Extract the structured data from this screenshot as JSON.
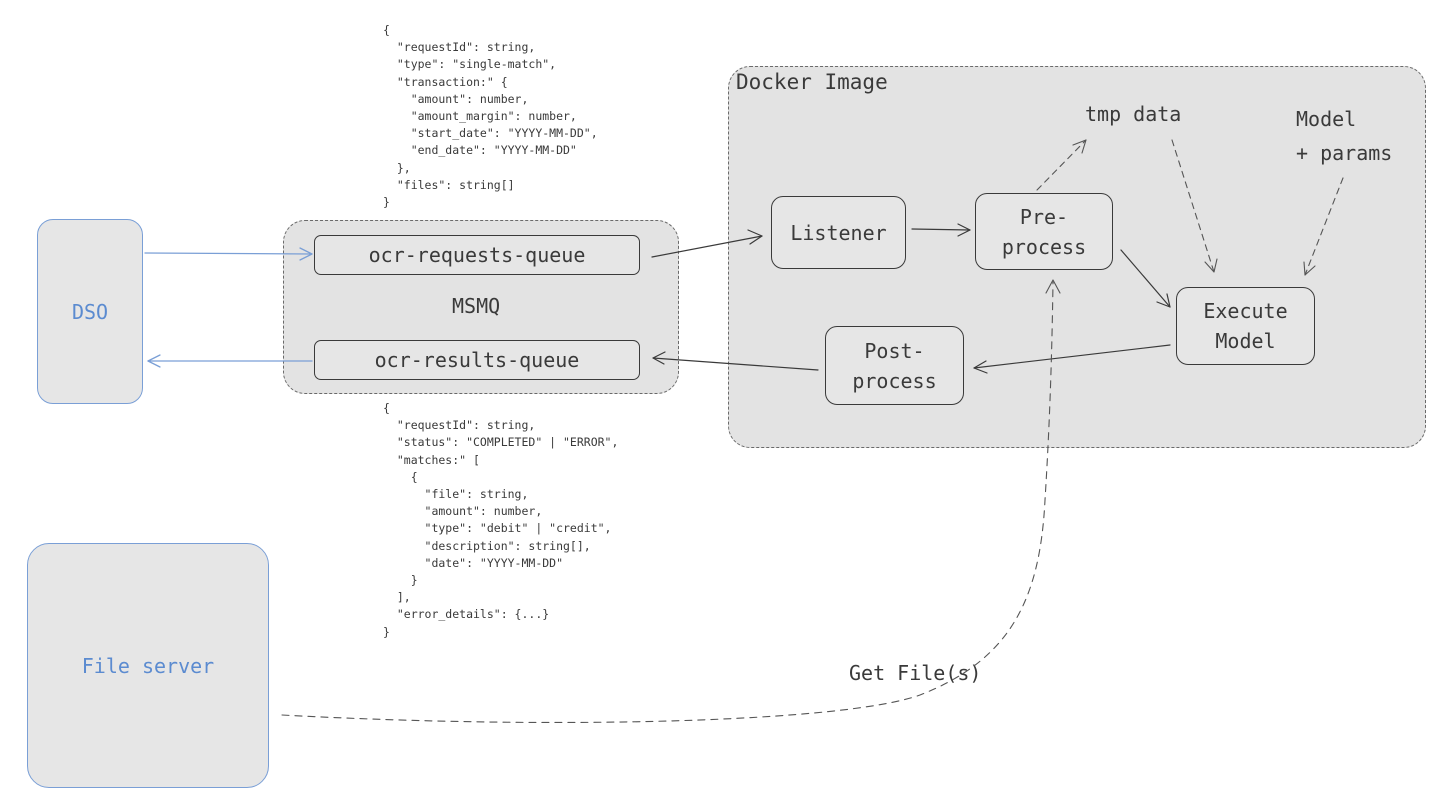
{
  "nodes": {
    "dso": "DSO",
    "file_server": "File server",
    "msmq": "MSMQ",
    "requests_queue": "ocr-requests-queue",
    "results_queue": "ocr-results-queue",
    "docker_image": "Docker Image",
    "listener": "Listener",
    "preprocess": "Pre-\nprocess",
    "execute_model": "Execute\nModel",
    "postprocess": "Post-\nprocess",
    "tmp_data": "tmp data",
    "model_params": "Model\n+ params"
  },
  "edge_labels": {
    "get_files": "Get File(s)"
  },
  "json_blocks": {
    "request": "{\n  \"requestId\": string,\n  \"type\": \"single-match\",\n  \"transaction:\" {\n    \"amount\": number,\n    \"amount_margin\": number,\n    \"start_date\": \"YYYY-MM-DD\",\n    \"end_date\": \"YYYY-MM-DD\"\n  },\n  \"files\": string[]\n}",
    "response": "{\n  \"requestId\": string,\n  \"status\": \"COMPLETED\" | \"ERROR\",\n  \"matches:\" [\n    {\n      \"file\": string,\n      \"amount\": number,\n      \"type\": \"debit\" | \"credit\",\n      \"description\": string[],\n      \"date\": \"YYYY-MM-DD\"\n    }\n  ],\n  \"error_details\": {...}\n}"
  },
  "colors": {
    "external": "#7a9fd6",
    "stroke": "#3a3a3a",
    "fill": "#e6e6e6"
  }
}
